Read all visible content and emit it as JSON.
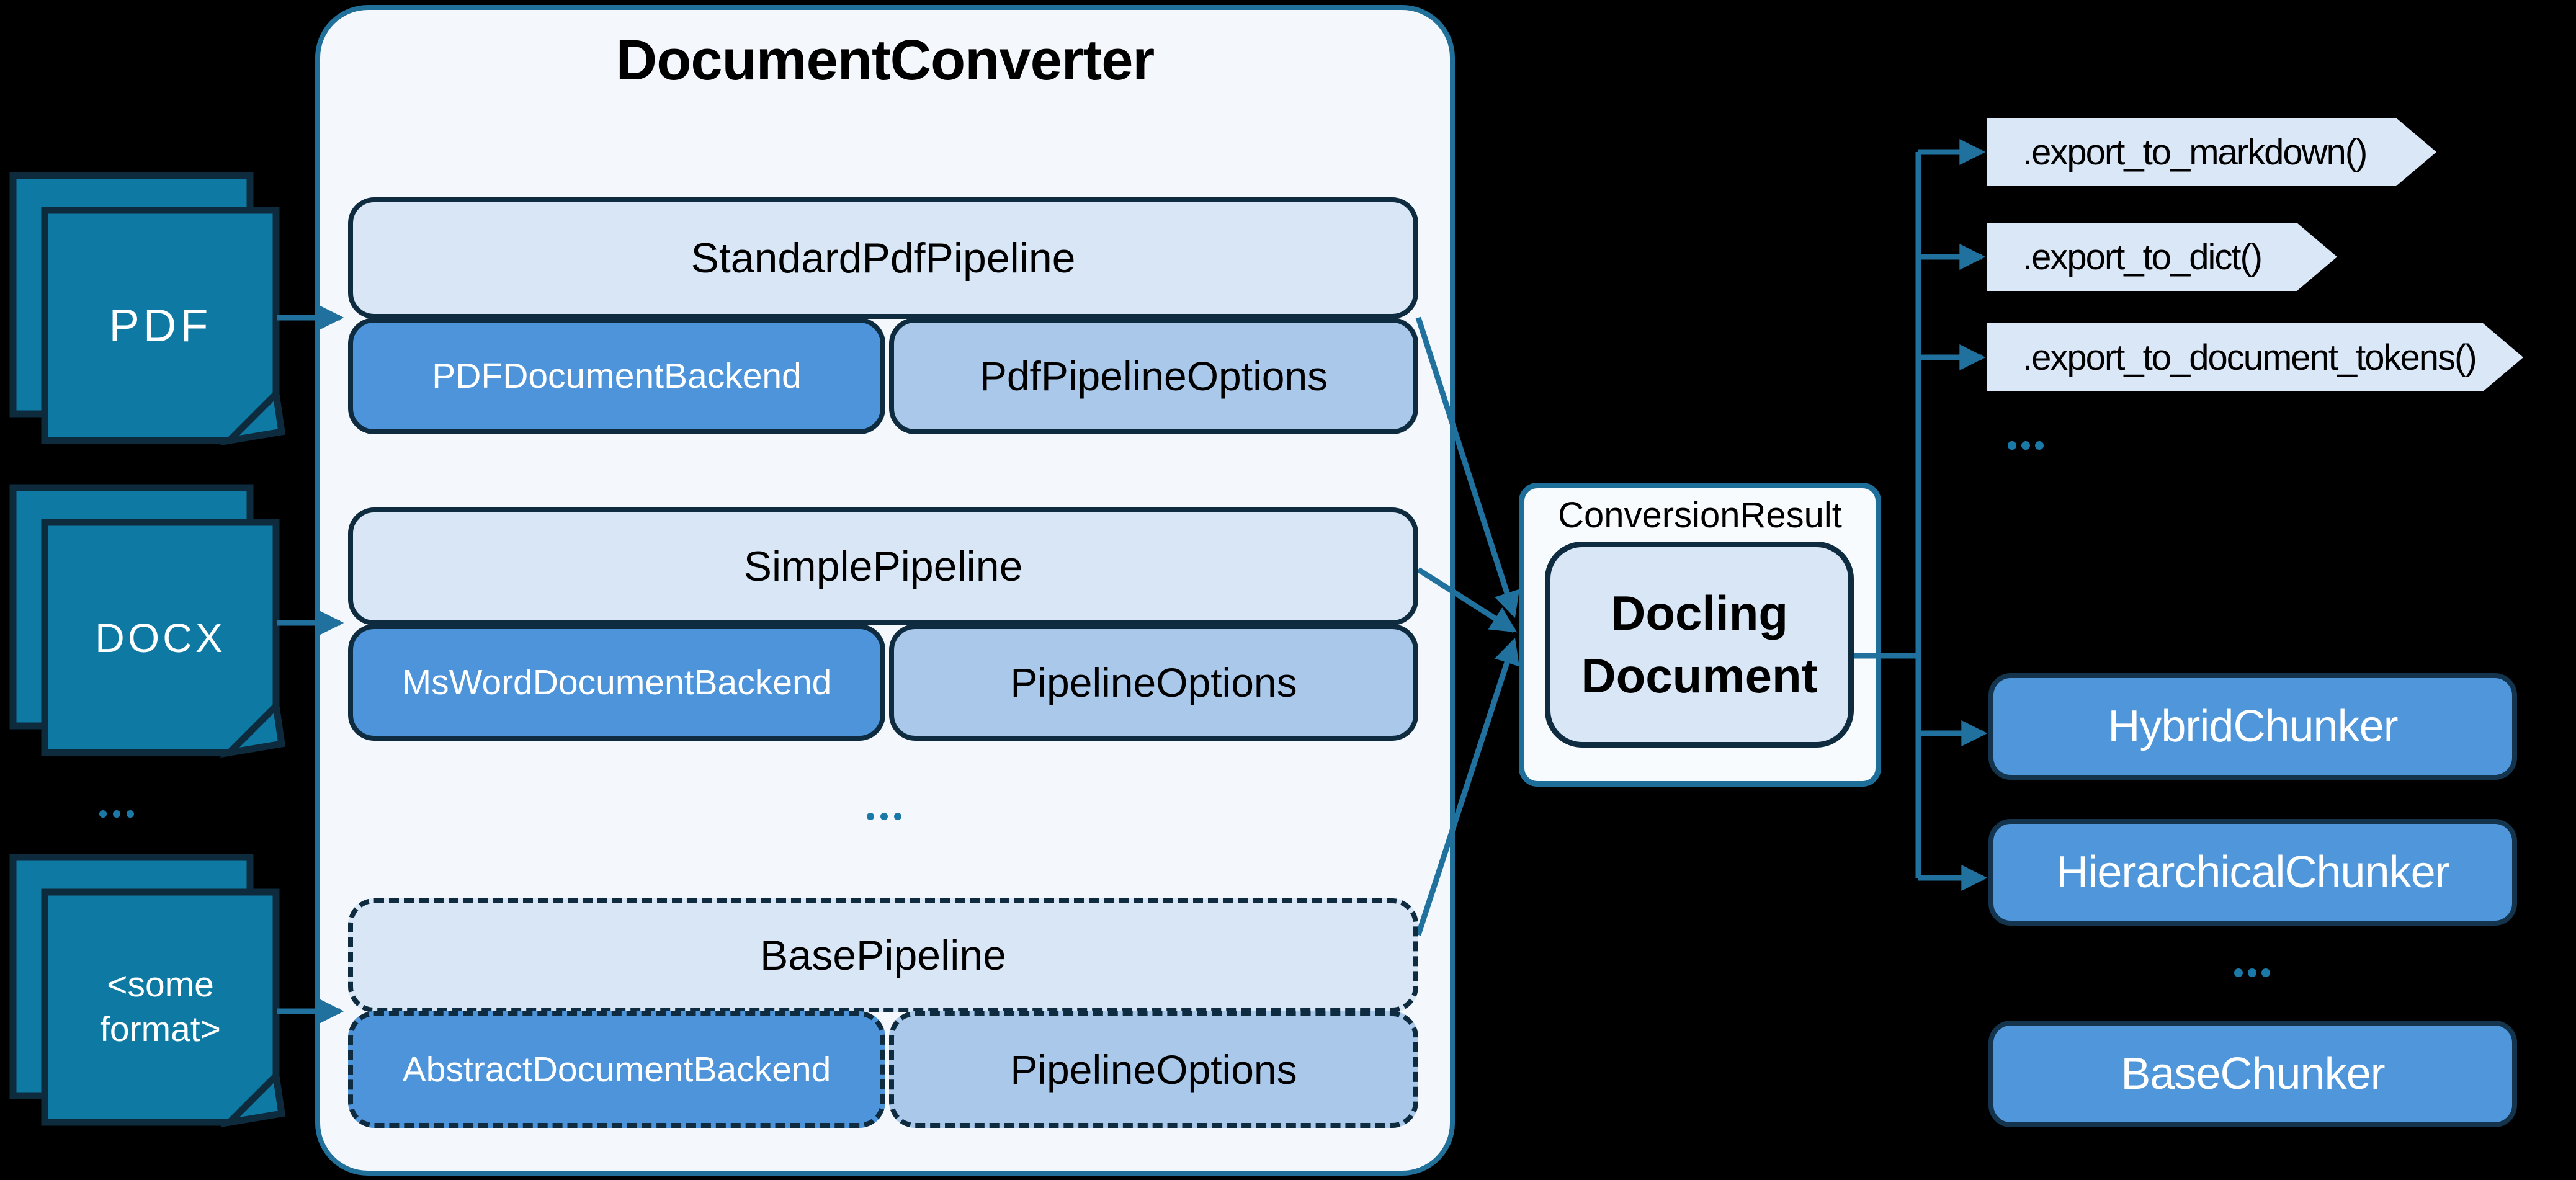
{
  "converter": {
    "title": "DocumentConverter",
    "groups": [
      {
        "pipeline": "StandardPdfPipeline",
        "backend": "PDFDocumentBackend",
        "options": "PdfPipelineOptions",
        "dashed": false
      },
      {
        "pipeline": "SimplePipeline",
        "backend": "MsWordDocumentBackend",
        "options": "PipelineOptions",
        "dashed": false
      },
      {
        "pipeline": "BasePipeline",
        "backend": "AbstractDocumentBackend",
        "options": "PipelineOptions",
        "dashed": true
      }
    ],
    "ellipsis": "..."
  },
  "inputs": {
    "pdf": "PDF",
    "docx": "DOCX",
    "other": "<some format>",
    "ellipsis": "..."
  },
  "result": {
    "label": "ConversionResult",
    "document": "Docling Document"
  },
  "exports": {
    "items": [
      ".export_to_markdown()",
      ".export_to_dict()",
      ".export_to_document_tokens()"
    ],
    "ellipsis": "..."
  },
  "chunkers": {
    "items": [
      "HybridChunker",
      "HierarchicalChunker",
      "BaseChunker"
    ],
    "ellipsis": "..."
  },
  "colors": {
    "background": "#000000",
    "document_fill": "#0E7AA3",
    "dark_outline": "#0D2B3C",
    "arrow_teal": "#20719D",
    "container_fill": "#F4F7FC",
    "container_border": "#21709A",
    "pipeline_fill": "#D8E6F5",
    "backend_fill": "#4E94DA",
    "options_fill": "#A9C8EA",
    "result_border": "#1E6E9A",
    "docling_fill": "#D8E6F6",
    "pentagon_fill": "#DAE7F7",
    "chunker_fill": "#4F96DB"
  }
}
